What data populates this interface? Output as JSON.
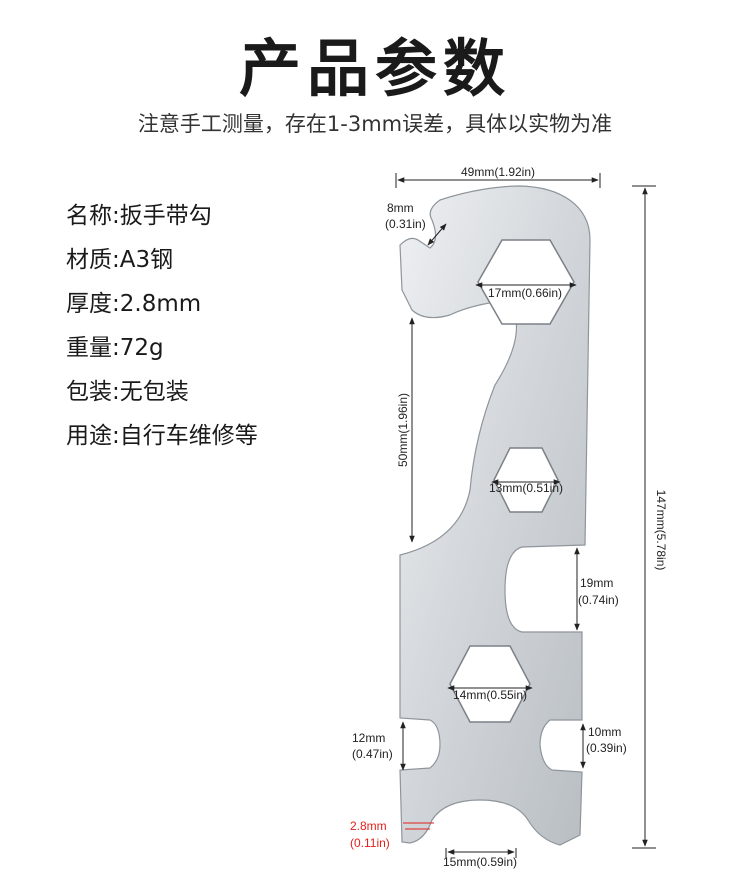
{
  "title": "产品参数",
  "subtitle": "注意手工测量，存在1-3mm误差，具体以实物为准",
  "specs": [
    {
      "label": "名称",
      "value": "扳手带勾"
    },
    {
      "label": "材质",
      "value": "A3钢"
    },
    {
      "label": "厚度",
      "value": "2.8mm"
    },
    {
      "label": "重量",
      "value": "72g"
    },
    {
      "label": "包装",
      "value": "无包装"
    },
    {
      "label": "用途",
      "value": "自行车维修等"
    }
  ],
  "dimensions": {
    "width": "49mm(1.92in)",
    "hook_mm": "8mm",
    "hook_in": "(0.31in)",
    "hex_large": "17mm(0.66in)",
    "length_mid": "50mm(1.96in)",
    "hex_small": "13mm(0.51in)",
    "total_length": "147mm(5.78in)",
    "slot_mm": "19mm",
    "slot_in": "(0.74in)",
    "hex_medium": "14mm(0.55in)",
    "notch_left_mm": "12mm",
    "notch_left_in": "(0.47in)",
    "notch_right_mm": "10mm",
    "notch_right_in": "(0.39in)",
    "thickness_mm": "2.8mm",
    "thickness_in": "(0.11in)",
    "jaw": "15mm(0.59in)"
  },
  "colors": {
    "steel_light": "#e6e9ec",
    "steel_dark": "#a9afb5",
    "dimension_red": "#e0201c"
  }
}
